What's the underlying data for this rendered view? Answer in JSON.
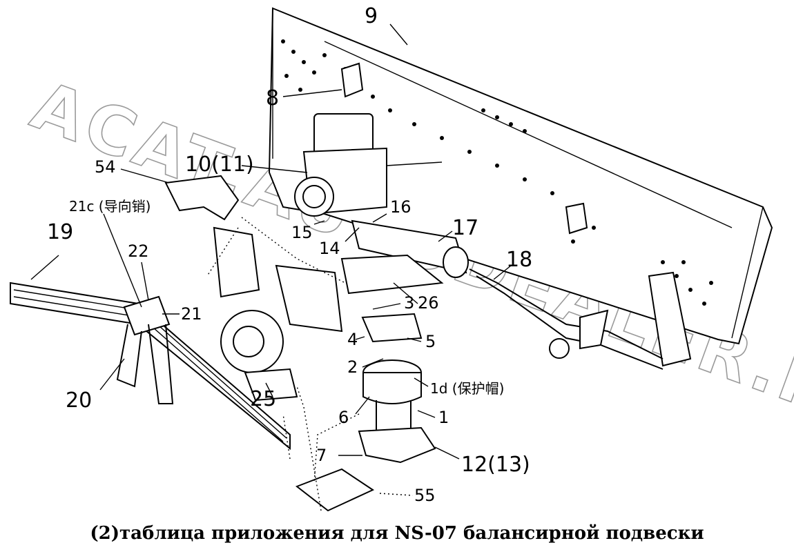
{
  "watermark": "ACAT.AUTODEALER.RU",
  "caption": "(2)таблица приложения для NS-07 балансирной подвески",
  "callouts": {
    "c9": "9",
    "c8": "8",
    "c10": "10(11)",
    "c54": "54",
    "c21c": "21c (导向销)",
    "c19": "19",
    "c22": "22",
    "c21": "21",
    "c20": "20",
    "c15": "15",
    "c14": "14",
    "c16": "16",
    "c17": "17",
    "c18": "18",
    "c26": "26",
    "c3": "3",
    "c4": "4",
    "c5": "5",
    "c2": "2",
    "c1d": "1d (保护帽)",
    "c6": "6",
    "c1": "1",
    "c25": "25",
    "c7": "7",
    "c12": "12(13)",
    "c55": "55"
  }
}
